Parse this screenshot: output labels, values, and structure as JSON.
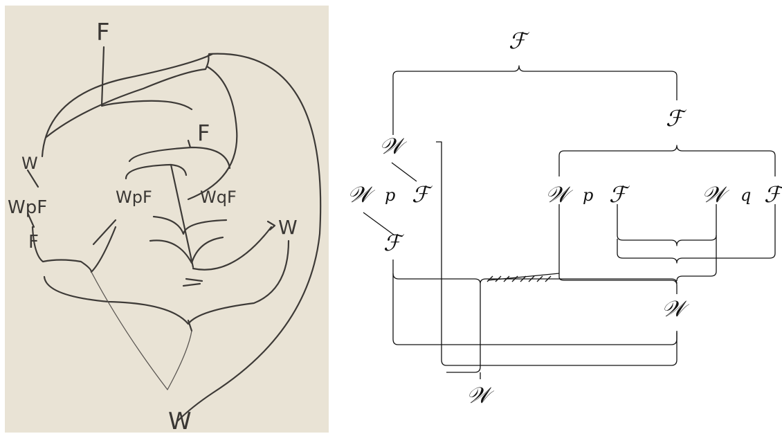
{
  "handwritten": {
    "top_f": "F",
    "mid_f": "F",
    "w_left": "W",
    "wpf_left": "WpF",
    "f_left": "F",
    "wpf_center": "WpF",
    "wqf_center": "WqF",
    "w_right": "W",
    "w_bottom": "W"
  },
  "typeset": {
    "f_top": "ℱ",
    "f_right": "ℱ",
    "w_upper_left": "𝒲",
    "row_w1": "𝒲",
    "row_p1": "p",
    "row_f1": "ℱ",
    "row_w2": "𝒲",
    "row_p2": "p",
    "row_f2": "ℱ",
    "row_w3": "𝒲",
    "row_q3": "q",
    "row_f3": "ℱ",
    "f_left_low": "ℱ",
    "w_right_low": "𝒲",
    "w_bottom": "𝒲"
  }
}
